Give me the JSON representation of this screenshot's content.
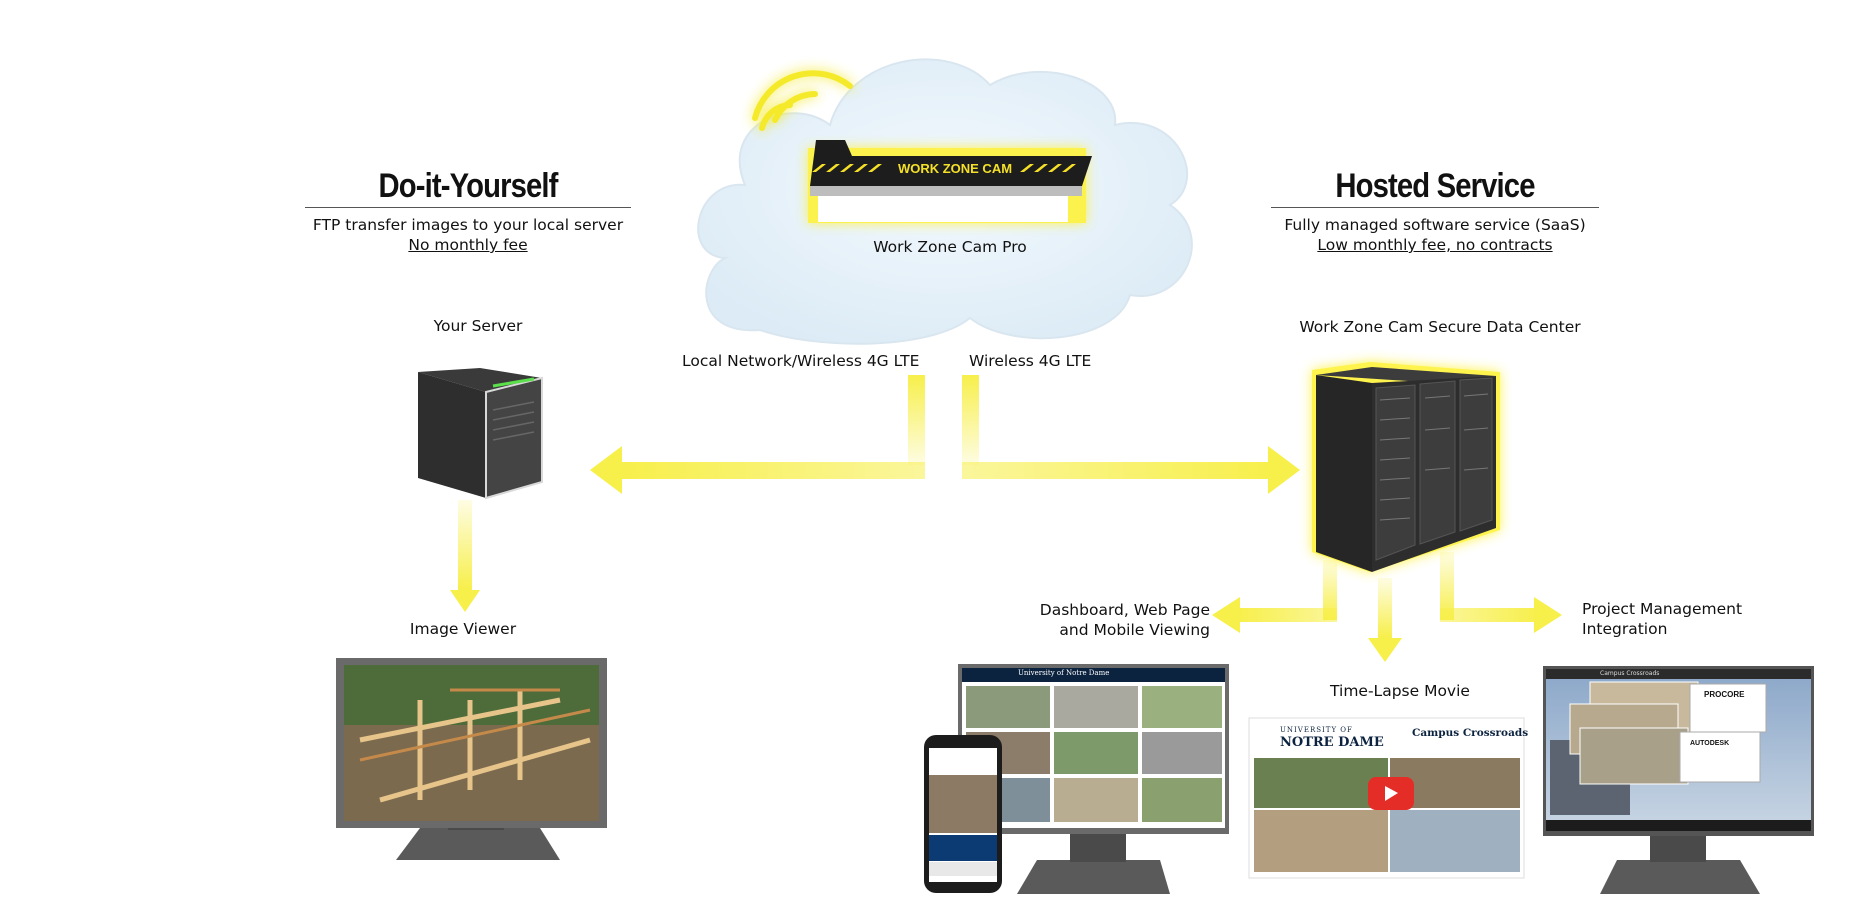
{
  "cloud": {
    "product_label": "Work Zone Cam Pro",
    "device_label": "WORK ZONE CAM"
  },
  "diy": {
    "title": "Do-it-Yourself",
    "subtitle": "FTP transfer images to your local server",
    "note": "No monthly fee",
    "server_label": "Your Server",
    "network_label": "Local Network/Wireless 4G LTE",
    "viewer_label": "Image Viewer"
  },
  "hosted": {
    "title": "Hosted Service",
    "subtitle": "Fully managed software service (SaaS)",
    "note": "Low monthly fee, no contracts",
    "datacenter_label": "Work Zone Cam Secure Data Center",
    "network_label": "Wireless 4G LTE",
    "dashboard_label_line1": "Dashboard, Web Page",
    "dashboard_label_line2": "and Mobile Viewing",
    "timelapse_label": "Time-Lapse Movie",
    "pm_label_line1": "Project Management",
    "pm_label_line2": "Integration"
  },
  "screens": {
    "nd_title": "University of Notre Dame",
    "nd_wordmark_top": "UNIVERSITY OF",
    "nd_wordmark_bottom": "NOTRE DAME",
    "timelapse_title": "Campus Crossroads",
    "pm_title": "Campus Crossroads",
    "procore": "PROCORE",
    "autodesk": "AUTODESK"
  },
  "colors": {
    "arrow_yellow": "#f7ef4a",
    "glow_yellow": "#fff23a",
    "server_dark": "#2b2b2b",
    "cloud_fill": "#e6f2fa"
  }
}
